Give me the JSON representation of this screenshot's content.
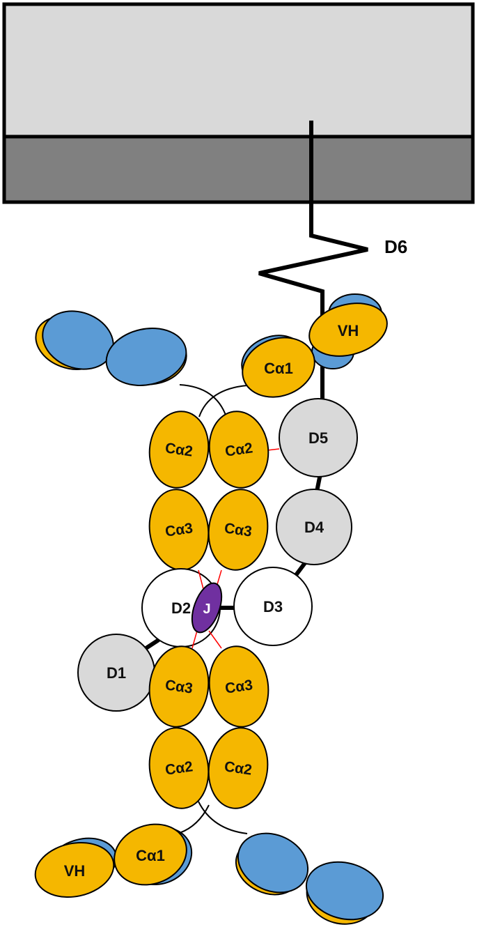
{
  "labels": {
    "d6": "D6",
    "d1": "D1",
    "d2": "D2",
    "d3": "D3",
    "d4": "D4",
    "d5": "D5",
    "j": "J",
    "vh_top": "VH",
    "vh_bottom": "VH",
    "ca1_top": "Cα1",
    "ca1_bottom": "Cα1",
    "ca2_upper_left": "Cα2",
    "ca2_upper_right": "Cα2",
    "ca3_upper_left": "Cα3",
    "ca3_upper_right": "Cα3",
    "ca3_lower_left": "Cα3",
    "ca3_lower_right": "Cα3",
    "ca2_lower_left": "Cα2",
    "ca2_lower_right": "Cα2"
  },
  "colors": {
    "membrane_upper": "#d9d9d9",
    "membrane_lower": "#808080",
    "heavy_chain": "#f5b700",
    "light_chain": "#5b9bd5",
    "domain_gray": "#d9d9d9",
    "domain_white": "#ffffff",
    "j_chain": "#7030a0",
    "disulfide": "#ff0000",
    "outline": "#000000"
  }
}
